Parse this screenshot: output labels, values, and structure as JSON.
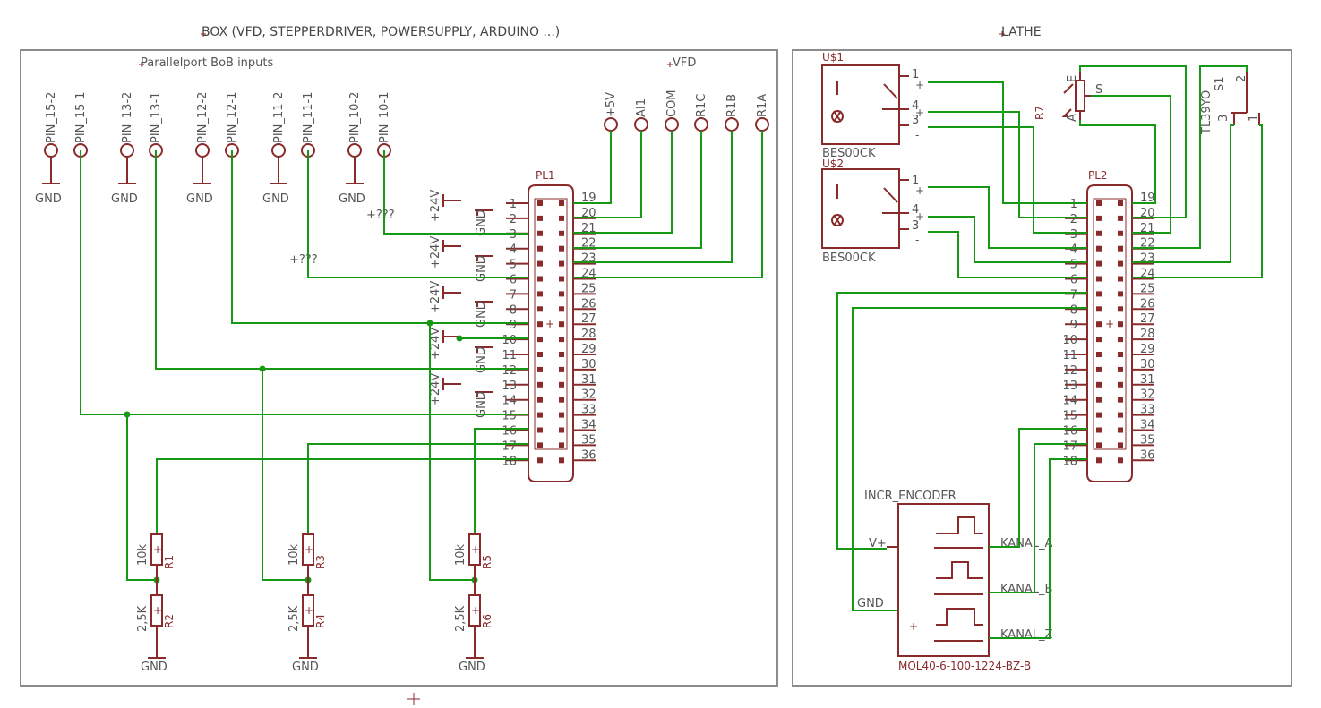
{
  "titles": {
    "box": "BOX (VFD, STEPPERDRIVER, POWERSUPPLY, ARDUINO ...)",
    "lathe": "LATHE",
    "bob": "Parallelport BoB inputs",
    "vfd": "VFD"
  },
  "bob_pins": [
    "PIN_15-2",
    "PIN_15-1",
    "PIN_13-2",
    "PIN_13-1",
    "PIN_12-2",
    "PIN_12-1",
    "PIN_11-2",
    "PIN_11-1",
    "PIN_10-2",
    "PIN_10-1"
  ],
  "vfd_pins": [
    "+5V",
    "AI1",
    "COM",
    "R1C",
    "R1B",
    "R1A"
  ],
  "gnd": "GND",
  "plus24v": "+24V",
  "unknown_net": "+???",
  "connectors": {
    "pl1": "PL1",
    "pl2": "PL2"
  },
  "pin_left": [
    "1",
    "2",
    "3",
    "4",
    "5",
    "6",
    "7",
    "8",
    "9",
    "10",
    "11",
    "12",
    "13",
    "14",
    "15",
    "16",
    "17",
    "18"
  ],
  "pin_right": [
    "19",
    "20",
    "21",
    "22",
    "23",
    "24",
    "25",
    "26",
    "27",
    "28",
    "29",
    "30",
    "31",
    "32",
    "33",
    "34",
    "35",
    "36"
  ],
  "resistors": [
    {
      "name": "R1",
      "value": "10k"
    },
    {
      "name": "R2",
      "value": "2,5K"
    },
    {
      "name": "R3",
      "value": "10k"
    },
    {
      "name": "R4",
      "value": "2,5K"
    },
    {
      "name": "R5",
      "value": "10k"
    },
    {
      "name": "R6",
      "value": "2,5K"
    }
  ],
  "sensors": [
    {
      "ref": "U$1",
      "part": "BES00CK",
      "pins": [
        "1",
        "4",
        "3"
      ],
      "marks": [
        "+",
        "+",
        "-"
      ]
    },
    {
      "ref": "U$2",
      "part": "BES00CK",
      "pins": [
        "1",
        "4",
        "3"
      ],
      "marks": [
        "+",
        "+",
        "-"
      ]
    }
  ],
  "pot": {
    "name": "R7",
    "pins": [
      "E",
      "A",
      "S"
    ]
  },
  "switch": {
    "name": "S1",
    "part": "TL39YO",
    "pins": [
      "2",
      "3",
      "1"
    ]
  },
  "encoder": {
    "title": "INCR_ENCODER",
    "part": "MOL40-6-100-1224-BZ-B",
    "vplus": "V+",
    "gnd": "GND",
    "plus": "+",
    "channels": [
      "KANAL_A",
      "KANAL_B",
      "KANAL_Z"
    ]
  }
}
